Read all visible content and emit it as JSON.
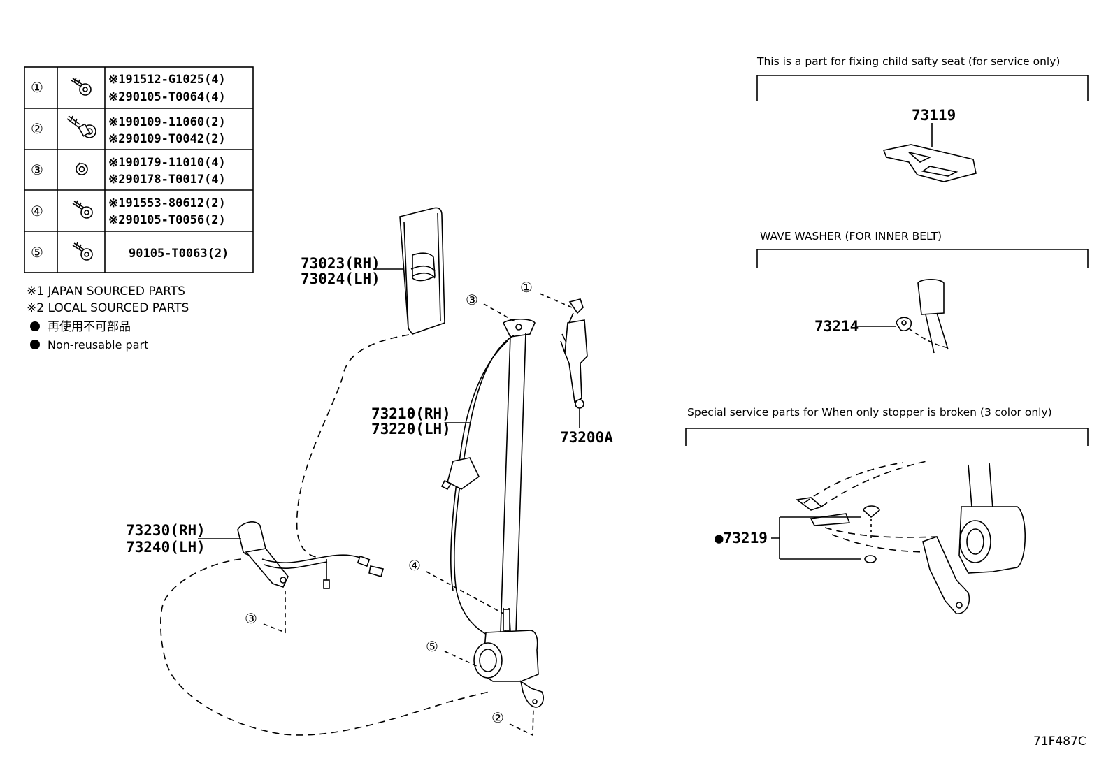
{
  "fastener_table": {
    "rows": [
      {
        "no": "①",
        "icon": "bolt-icon",
        "lines": [
          "※191512-G1025(4)",
          "※290105-T0064(4)"
        ]
      },
      {
        "no": "②",
        "icon": "stud-bolt-icon",
        "lines": [
          "※190109-11060(2)",
          "※290109-T0042(2)"
        ]
      },
      {
        "no": "③",
        "icon": "nut-icon",
        "lines": [
          "※190179-11010(4)",
          "※290178-T0017(4)"
        ]
      },
      {
        "no": "④",
        "icon": "bolt-icon",
        "lines": [
          "※191553-80612(2)",
          "※290105-T0056(2)"
        ]
      },
      {
        "no": "⑤",
        "icon": "bolt-icon",
        "lines": [
          "90105-T0063(2)"
        ]
      }
    ]
  },
  "legend": {
    "japan": "※1 JAPAN SOURCED PARTS",
    "local": "※2 LOCAL SOURCED PARTS",
    "nonreusable_jp": "再使用不可部品",
    "nonreusable_en": "Non-reusable part"
  },
  "labels": {
    "pillar_rh": "73023(RH)",
    "pillar_lh": "73024(LH)",
    "belt_rh": "73210(RH)",
    "belt_lh": "73220(LH)",
    "adjuster": "73200A",
    "buckle_rh": "73230(RH)",
    "buckle_lh": "73240(LH)"
  },
  "callouts": {
    "c1": "①",
    "c2": "②",
    "c3a": "③",
    "c3b": "③",
    "c4": "④",
    "c5": "⑤"
  },
  "sections": {
    "child_seat": {
      "title": "This is a part for fixing child safty seat (for service only)",
      "part": "73119"
    },
    "wave_washer": {
      "title": "WAVE WASHER (FOR INNER BELT)",
      "part": "73214"
    },
    "stopper": {
      "title": "Special service parts for When only stopper is broken (3 color only)",
      "part": "●73219"
    }
  },
  "drawing_code": "71F487C"
}
